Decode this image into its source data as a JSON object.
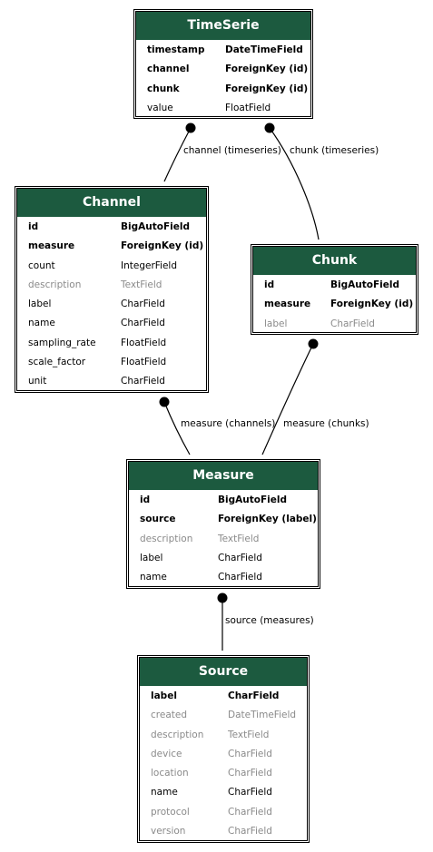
{
  "theme": {
    "header_color": "#1c5a3f",
    "muted_color": "#8a8a8a"
  },
  "models": {
    "timeserie": {
      "title": "TimeSerie",
      "fields": [
        {
          "name": "timestamp",
          "type": "DateTimeField",
          "style": "strong"
        },
        {
          "name": "channel",
          "type": "ForeignKey (id)",
          "style": "strong"
        },
        {
          "name": "chunk",
          "type": "ForeignKey (id)",
          "style": "strong"
        },
        {
          "name": "value",
          "type": "FloatField",
          "style": "normal"
        }
      ]
    },
    "channel": {
      "title": "Channel",
      "fields": [
        {
          "name": "id",
          "type": "BigAutoField",
          "style": "strong"
        },
        {
          "name": "measure",
          "type": "ForeignKey (id)",
          "style": "strong"
        },
        {
          "name": "count",
          "type": "IntegerField",
          "style": "normal"
        },
        {
          "name": "description",
          "type": "TextField",
          "style": "muted"
        },
        {
          "name": "label",
          "type": "CharField",
          "style": "normal"
        },
        {
          "name": "name",
          "type": "CharField",
          "style": "normal"
        },
        {
          "name": "sampling_rate",
          "type": "FloatField",
          "style": "normal"
        },
        {
          "name": "scale_factor",
          "type": "FloatField",
          "style": "normal"
        },
        {
          "name": "unit",
          "type": "CharField",
          "style": "normal"
        }
      ]
    },
    "chunk": {
      "title": "Chunk",
      "fields": [
        {
          "name": "id",
          "type": "BigAutoField",
          "style": "strong"
        },
        {
          "name": "measure",
          "type": "ForeignKey (id)",
          "style": "strong"
        },
        {
          "name": "label",
          "type": "CharField",
          "style": "muted"
        }
      ]
    },
    "measure": {
      "title": "Measure",
      "fields": [
        {
          "name": "id",
          "type": "BigAutoField",
          "style": "strong"
        },
        {
          "name": "source",
          "type": "ForeignKey (label)",
          "style": "strong"
        },
        {
          "name": "description",
          "type": "TextField",
          "style": "muted"
        },
        {
          "name": "label",
          "type": "CharField",
          "style": "normal"
        },
        {
          "name": "name",
          "type": "CharField",
          "style": "normal"
        }
      ]
    },
    "source": {
      "title": "Source",
      "fields": [
        {
          "name": "label",
          "type": "CharField",
          "style": "strong"
        },
        {
          "name": "created",
          "type": "DateTimeField",
          "style": "muted"
        },
        {
          "name": "description",
          "type": "TextField",
          "style": "muted"
        },
        {
          "name": "device",
          "type": "CharField",
          "style": "muted"
        },
        {
          "name": "location",
          "type": "CharField",
          "style": "muted"
        },
        {
          "name": "name",
          "type": "CharField",
          "style": "normal"
        },
        {
          "name": "protocol",
          "type": "CharField",
          "style": "muted"
        },
        {
          "name": "version",
          "type": "CharField",
          "style": "muted"
        }
      ]
    }
  },
  "relations": {
    "timeserie_channel": "channel (timeseries)",
    "timeserie_chunk": "chunk (timeseries)",
    "channel_measure": "measure (channels)",
    "chunk_measure": "measure (chunks)",
    "measure_source": "source (measures)"
  }
}
